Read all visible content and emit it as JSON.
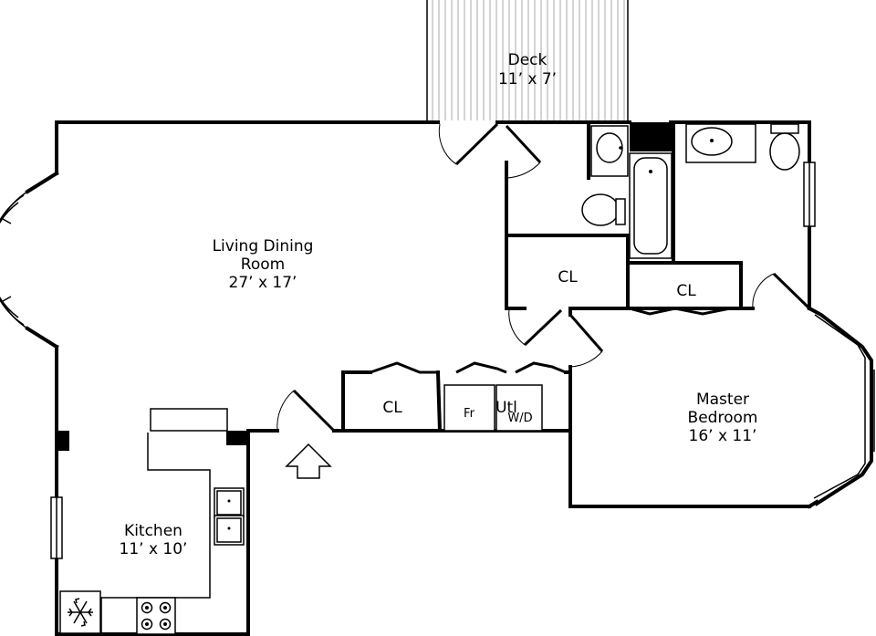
{
  "rooms": {
    "deck": {
      "name": "Deck",
      "size": "11’ x 7’"
    },
    "living": {
      "name_line1": "Living Dining",
      "name_line2": "Room",
      "size": "27’ x 17’"
    },
    "master": {
      "name_line1": "Master",
      "name_line2": "Bedroom",
      "size": "16’ x 11’"
    },
    "kitchen": {
      "name": "Kitchen",
      "size": "11’ x 10’"
    }
  },
  "closets": {
    "bath_closet": "CL",
    "bedroom_closet": "CL",
    "hall_closet": "CL",
    "fridge": "Fr",
    "utility": "Utl",
    "washer_dryer": "W/D"
  },
  "icons": {
    "entry": "entry-arrow-icon",
    "freezer": "snowflake-icon",
    "stove": "stove-icon"
  }
}
